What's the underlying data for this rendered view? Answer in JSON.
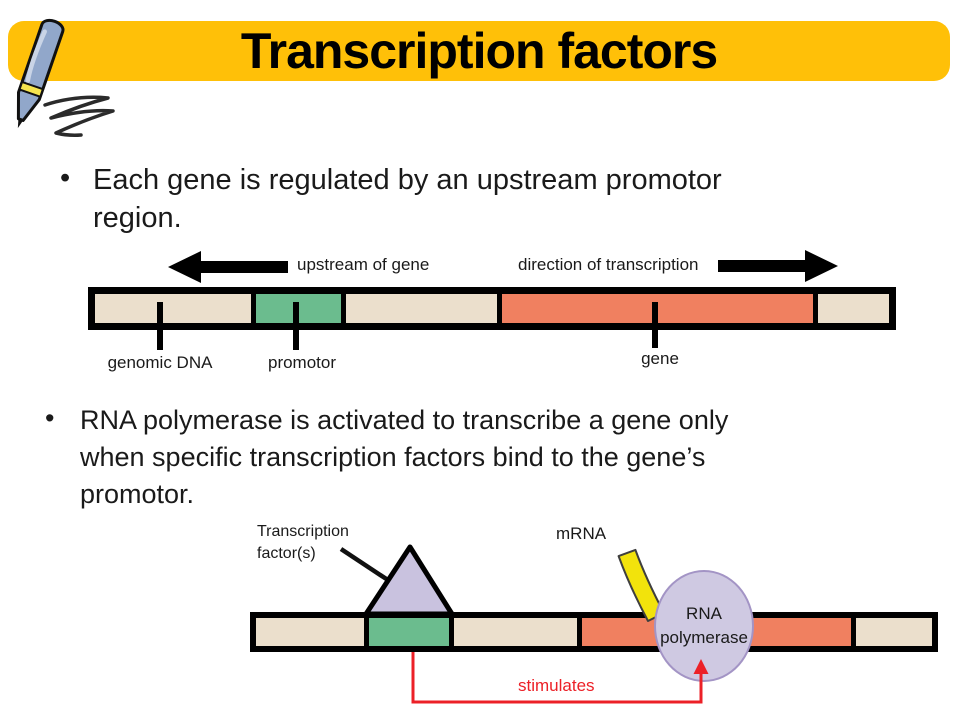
{
  "title": {
    "text": "Transcription factors",
    "bg": "#FFC008"
  },
  "bullets": {
    "marker": "•",
    "b1": {
      "lines": [
        "Each gene is regulated by an upstream promotor",
        "region."
      ]
    },
    "b2": {
      "lines": [
        "RNA polymerase is activated to transcribe a gene only",
        "when specific transcription factors bind to the gene’s",
        "promotor."
      ]
    }
  },
  "diagram1": {
    "upstream_arrow_label": "upstream of gene",
    "direction_arrow_label": "direction of transcription",
    "labels": {
      "genomic_dna": "genomic DNA",
      "promotor": "promotor",
      "gene": "gene"
    },
    "colors": {
      "dna_strand": "#EBDFCC",
      "promotor": "#6BBC8E",
      "gene": "#F08060",
      "outline": "#000000"
    }
  },
  "diagram2": {
    "transcription_factor_label": {
      "line1": "Transcription",
      "line2": "factor(s)"
    },
    "mrna_label": "mRNA",
    "polymerase_label": {
      "line1": "RNA",
      "line2": "polymerase"
    },
    "stimulates_label": "stimulates",
    "colors": {
      "dna_strand": "#EBDFCC",
      "promotor": "#6BBC8E",
      "gene": "#F08060",
      "factor_fill": "#C9C2DF",
      "polymerase_fill": "#CFC9E2",
      "mrna_fill": "#F2E30C",
      "stimulates_red": "#EC2027"
    }
  }
}
